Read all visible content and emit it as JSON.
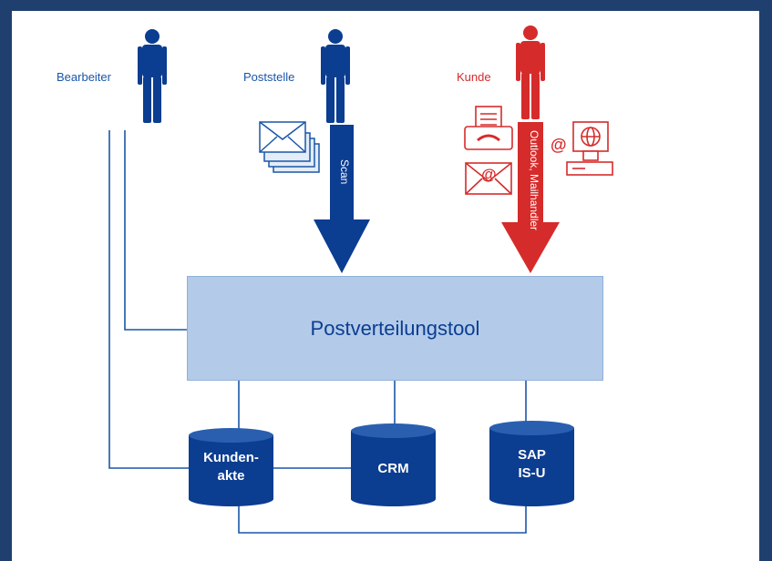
{
  "actors": {
    "bearbeiter": "Bearbeiter",
    "poststelle": "Poststelle",
    "kunde": "Kunde"
  },
  "channels": {
    "scan": "Scan",
    "outlook": "Outlook, Mailhandler"
  },
  "central_tool": "Postverteilungstool",
  "databases": {
    "kundenakte": "Kunden-\nakte",
    "crm": "CRM",
    "sap": "SAP\nIS-U"
  },
  "colors": {
    "frame": "#1f3f6e",
    "blue_accent": "#0b3d91",
    "red_accent": "#d62b2b",
    "tool_fill": "#b3cbe9"
  }
}
